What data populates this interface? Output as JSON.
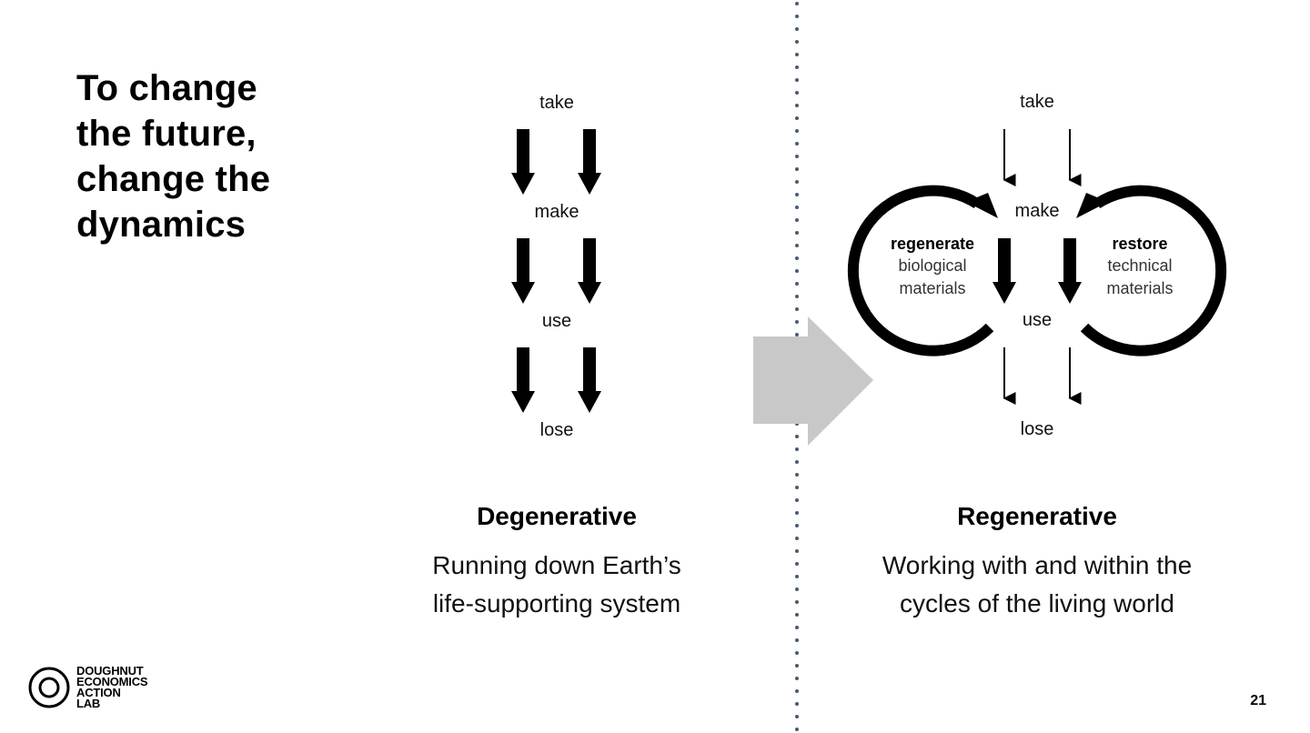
{
  "slide": {
    "title": "To change\nthe future,\nchange the\ndynamics",
    "page_number": "21"
  },
  "degenerative": {
    "steps": [
      "take",
      "make",
      "use",
      "lose"
    ],
    "heading": "Degenerative",
    "description": "Running down Earth’s\nlife-supporting system"
  },
  "regenerative": {
    "steps": [
      "take",
      "make",
      "use",
      "lose"
    ],
    "left_loop": {
      "bold": "regenerate",
      "line1": "biological",
      "line2": "materials"
    },
    "right_loop": {
      "bold": "restore",
      "line1": "technical",
      "line2": "materials"
    },
    "heading": "Regenerative",
    "description": "Working with and within the\ncycles of the living world"
  },
  "logo": {
    "text": "DOUGHNUT\nECONOMICS\nACTION\nLAB"
  },
  "colors": {
    "divider": "#4a5a70",
    "transition_arrow": "#c8c8c8",
    "ink": "#000000"
  }
}
